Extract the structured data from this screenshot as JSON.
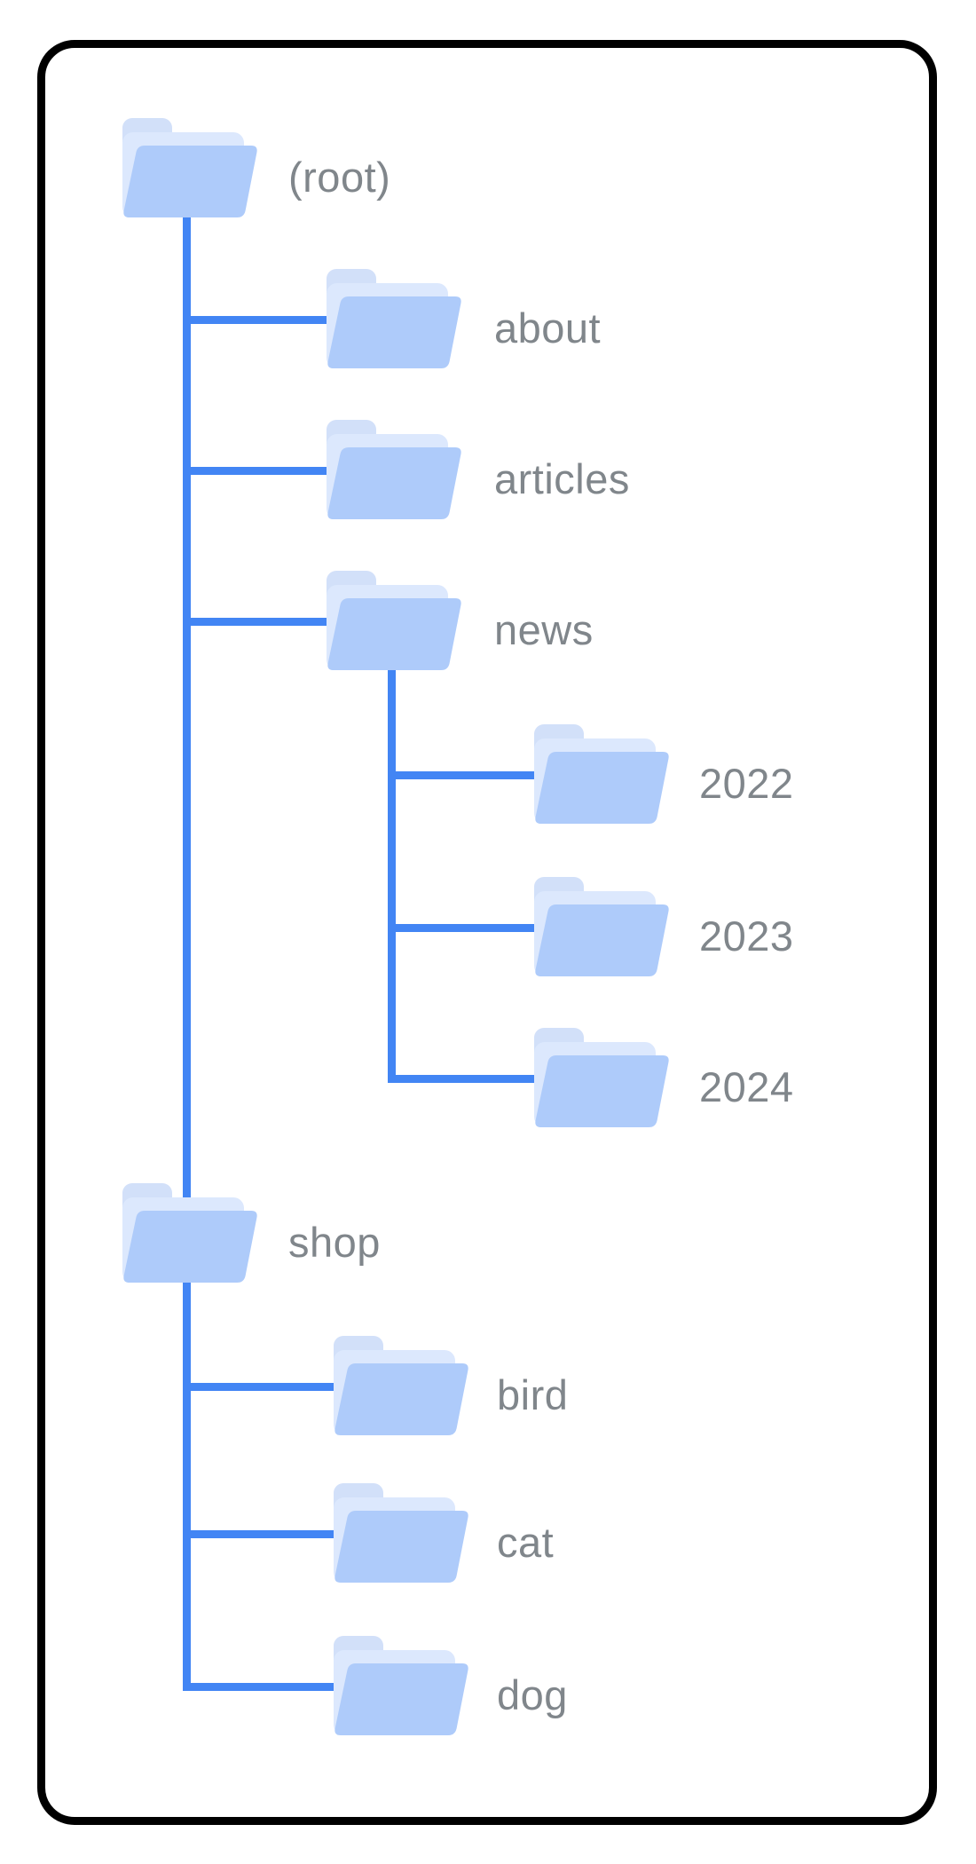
{
  "nodes": [
    {
      "id": "root",
      "label": "(root)",
      "parent": null,
      "icon": "folder-icon"
    },
    {
      "id": "about",
      "label": "about",
      "parent": "root",
      "icon": "folder-icon"
    },
    {
      "id": "articles",
      "label": "articles",
      "parent": "root",
      "icon": "folder-icon"
    },
    {
      "id": "news",
      "label": "news",
      "parent": "root",
      "icon": "folder-icon"
    },
    {
      "id": "y2022",
      "label": "2022",
      "parent": "news",
      "icon": "folder-icon"
    },
    {
      "id": "y2023",
      "label": "2023",
      "parent": "news",
      "icon": "folder-icon"
    },
    {
      "id": "y2024",
      "label": "2024",
      "parent": "news",
      "icon": "folder-icon"
    },
    {
      "id": "shop",
      "label": "shop",
      "parent": "root",
      "icon": "folder-icon"
    },
    {
      "id": "bird",
      "label": "bird",
      "parent": "shop",
      "icon": "folder-icon"
    },
    {
      "id": "cat",
      "label": "cat",
      "parent": "shop",
      "icon": "folder-icon"
    },
    {
      "id": "dog",
      "label": "dog",
      "parent": "shop",
      "icon": "folder-icon"
    }
  ],
  "colors": {
    "connector-blue": "#4285f4",
    "folder-front": "#aecbfa",
    "folder-back": "#d2e0f9",
    "folder-sheet": "#dce8fd",
    "label-gray": "#80868b",
    "frame-black": "#000000",
    "background": "#ffffff"
  }
}
